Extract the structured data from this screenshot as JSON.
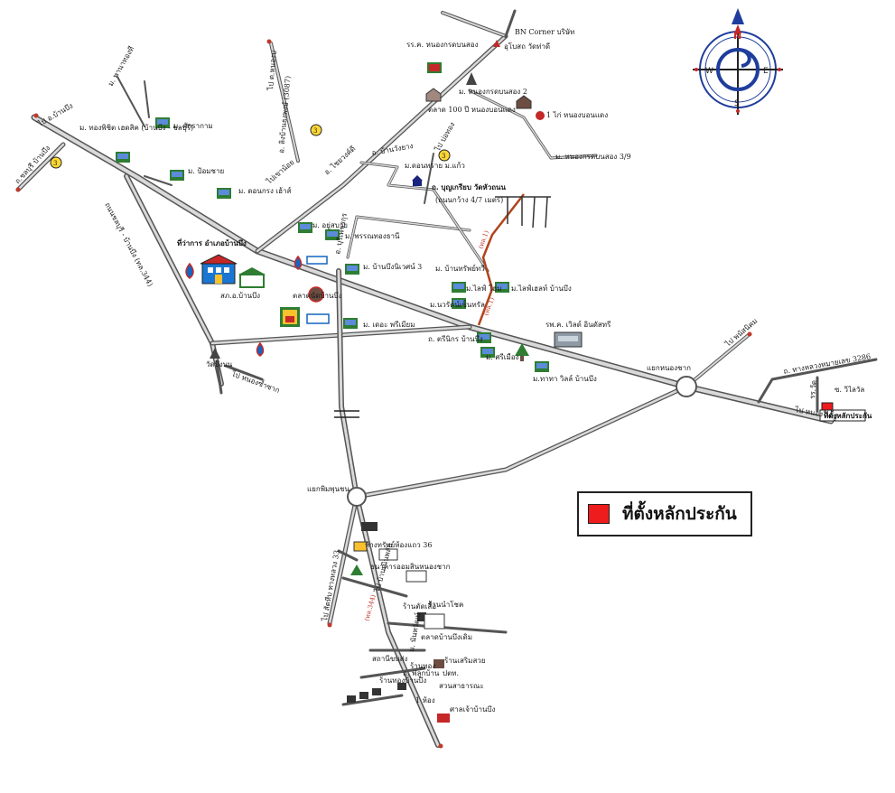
{
  "colors": {
    "road": "#9a9a9a",
    "road_edge": "#4d4d4d",
    "marker": "#ee1c1c",
    "railway": "#b0451d",
    "compass_blue": "#1f3d9c"
  },
  "legend": {
    "label": "ที่ตั้งหลักประกัน",
    "icon": "red-square-marker"
  },
  "compass": {
    "n": "N",
    "s": "S",
    "e": "E",
    "w": "W"
  },
  "labels": {
    "bn_corner": "BN Corner บริษัท",
    "nong_school": "รร.ค. หนองกรดบนสอง",
    "ubosot": "อุโบสถ วัดท่าดี",
    "nong_market": "ตลาด 100 ปี หนองบอนแดง",
    "ban_nong": "ม. หนองกรดบนสอง 2",
    "kai": "1 ไก่ หนองบอนแดง",
    "moo9": "ม. หนองกรดบนสอง 3/9",
    "road_to_b": "ไป ต.หนองบ",
    "sam_yaek": "อ. ลิงบ้านธงพงษ์ (3087)",
    "thai_watch": "อ. ไชยวงค์ดี",
    "bo_thong": "อ. บ้านวังยาง",
    "pump": "ไป บ่อทอง",
    "khlong": "ม.ดอนทราย ม.แก้ว",
    "village_ns": "ม. ดอนกรง เฮ้าส์",
    "to_banbueng": "ไป อ.บ้านบึง",
    "chonburi": "ถ.ชลบุรี บ้านบึง",
    "pp_village": "ม. พานาทองที",
    "ban_chang": "ม. ทองพิชิต เฮดสิค (บ้านบึง - ชลบุรี)",
    "mu_paradise": "ม. ศักรากาม",
    "aroi": "ม. ป้อมชาย",
    "rd_kai": "ถ. ตรีนิกร บ้านบึง",
    "chon_vertical": "ถนนชลบุรี - บ้านบึง (ทล.344)",
    "district_office": "ที่ว่าการ อำเภอบ้านบึง",
    "police": "สภ.อ.บ้านบึง",
    "market_city": "ตลาดนัดบ้านบึง",
    "village_pp": "ม. อยู่สบาย",
    "thai_village": "ม. พรรณทองธานี",
    "khao_kha": "ม. บ้านบึงนิเวศน์ 3",
    "road_pa": "อ. บุรีเพชรกุร",
    "rd_tha": "ถ. ฟลูกบ้าน",
    "kanjana": "ม. นันทวัฒน์",
    "bypass_tambon": "ถ. บุญเกรียบ วัดหัวถนน",
    "bypass_sub": "(ถนนกว้าง 4/7 เมตร)",
    "rail": "(ทล.1)",
    "rail2": "(ทล.1)",
    "pk_house": "ม. บ้านทรัพย์ทวี",
    "pawn": "ม.ไลฟ์ โฮม",
    "lif": "ม.ไลฟ์เฮลท์ บ้านบึง",
    "kasikorn": "ม.นวรัตน์เซ็นทรัล",
    "sanitarium": "รพ.ค. เวิลด์ อินดัสทรี",
    "srimuang": "ม. ศรีเมือง",
    "ban_kao": "ม. เดอะ พรีเมียม",
    "sam_tha": "ม.ทาทา วิลล์ บ้านบึง",
    "temple_left": "วัดบึงบน",
    "road_to_nong": "ไป หนองซ้ำซาก",
    "triangle_pp": "แยกหนองชาก",
    "to_sattahip": "ไป พนัสนิคม",
    "tambon_right": "ถ. ทางหลวงหมายเลข 3286",
    "rd_tnh": "ซ. วิไลวัล",
    "rd_n": "ไปเขาน้อย",
    "to_nongtam": "ไป หนองใหญ่",
    "to_district": "ไป บ้านเนินพลับ",
    "rd_vert_right": "รร.วัด",
    "rd_nh": "ที่ตั้งหลักประกัน",
    "circle_lower": "แยกพิมพุนชน",
    "rd_sattahip": "ไป สัตหีบ ทางหลวง 33",
    "baan_sub": "ห้างทรัพย์ห้องแถว 36",
    "school_lower": "ธนาคารออมสินหนองชาก",
    "shop_a": "ร้านตัดเสื้อ",
    "shop_b": "ร้านนำโชค",
    "shop_c": "ปตท.",
    "row_a": "ตลาดบ้านบึงเดิม",
    "row_b": "สถานีขนส่ง",
    "row_c": "ร้านทอง",
    "row_d": "ร้านเสริมสวย",
    "row_e": "1 ห้อง",
    "row_f": "ศาลเจ้าบ้านบึง",
    "row_g": "สวนสาธารณะ",
    "row_h": "ร้านทองบ้านบึง",
    "rail_lower": "(ทล.344)",
    "num_3a": "3",
    "num_3b": "3",
    "num_3c": "3"
  }
}
